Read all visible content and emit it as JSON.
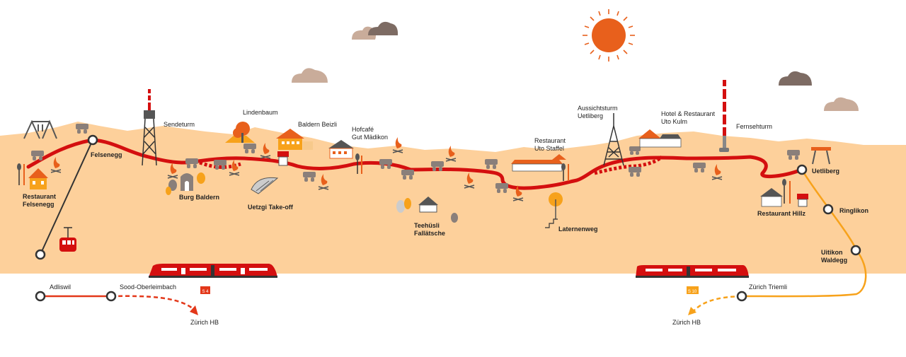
{
  "colors": {
    "hill": "#fdd09b",
    "trail": "#d40f0f",
    "s4": "#e3381a",
    "s10": "#f7a21b",
    "sun": "#e8601c",
    "cloud_dark": "#7d6b63",
    "cloud_light": "#c9ac9a",
    "fire": "#e8601c",
    "bench": "#8a7f7a"
  },
  "stations": {
    "felsenegg": "Felsenegg",
    "uetliberg": "Uetliberg",
    "ringlikon": "Ringlikon",
    "uitikon_line1": "Uitikon",
    "uitikon_line2": "Waldegg",
    "adliswil": "Adliswil",
    "sood": "Sood-Oberleimbach",
    "zuerich_hb_s4": "Zürich HB",
    "zuerich_triemli": "Zürich Triemli",
    "zuerich_hb_s10": "Zürich HB"
  },
  "lines": {
    "s4": "S 4",
    "s10": "S 10"
  },
  "pois": {
    "restaurant_felsenegg_1": "Restaurant",
    "restaurant_felsenegg_2": "Felsenegg",
    "sendeturm": "Sendeturm",
    "burg_baldern": "Burg Baldern",
    "lindenbaum": "Lindenbaum",
    "baldern_beizli": "Baldern Beizli",
    "uetzgi_takeoff": "Uetzgi Take-off",
    "hofcafe_1": "Hofcafé",
    "hofcafe_2": "Gut Mädikon",
    "teehuesli_1": "Teehüsli",
    "teehuesli_2": "Fallätsche",
    "restaurant_uto_staffel_1": "Restaurant",
    "restaurant_uto_staffel_2": "Uto Staffel",
    "laternenweg": "Laternenweg",
    "aussichtsturm_1": "Aussichtsturm",
    "aussichtsturm_2": "Uetliberg",
    "hotel_uto_kulm_1": "Hotel & Restaurant",
    "hotel_uto_kulm_2": "Uto Kulm",
    "fernsehturm": "Fernsehturm",
    "restaurant_hillz": "Restaurant Hillz"
  }
}
